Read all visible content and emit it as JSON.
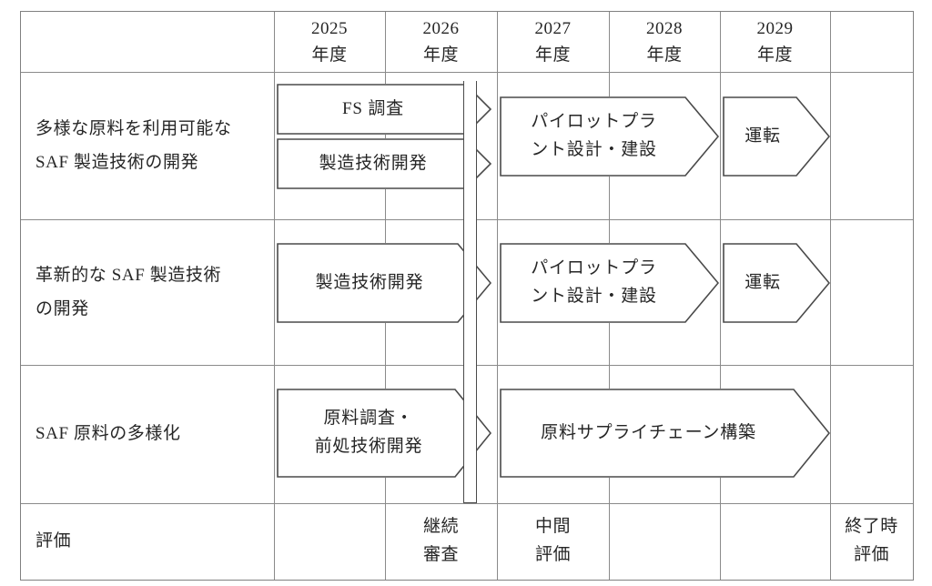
{
  "figure": {
    "type": "roadmap-gantt-table",
    "outline_color": "#808080",
    "shape_color": "#4a4a4a",
    "text_color": "#262626"
  },
  "table": {
    "header": {
      "corner_label": "",
      "years": [
        {
          "year": "2025",
          "unit": "年度"
        },
        {
          "year": "2026",
          "unit": "年度"
        },
        {
          "year": "2027",
          "unit": "年度"
        },
        {
          "year": "2028",
          "unit": "年度"
        },
        {
          "year": "2029",
          "unit": "年度"
        }
      ],
      "trailing_label": ""
    },
    "rows": [
      {
        "label_lines": [
          "多様な原料を利用可能な",
          "SAF 製造技術の開発"
        ],
        "bars": [
          {
            "lines": [
              "FS 調査"
            ]
          },
          {
            "lines": [
              "製造技術開発"
            ]
          },
          {
            "lines": [
              "パイロットプラ",
              "ント設計・建設"
            ]
          },
          {
            "lines": [
              "運転"
            ]
          }
        ]
      },
      {
        "label_lines": [
          "革新的な SAF 製造技術",
          "の開発"
        ],
        "bars": [
          {
            "lines": [
              "製造技術開発"
            ]
          },
          {
            "lines": [
              "パイロットプラ",
              "ント設計・建設"
            ]
          },
          {
            "lines": [
              "運転"
            ]
          }
        ]
      },
      {
        "label_lines": [
          "SAF 原料の多様化"
        ],
        "bars": [
          {
            "lines": [
              "原料調査・",
              "前処技術開発"
            ]
          },
          {
            "lines": [
              "原料サプライチェーン構築"
            ]
          }
        ]
      }
    ],
    "evaluation_row": {
      "label": "評価",
      "cells": [
        {
          "lines": []
        },
        {
          "lines": [
            "継続",
            "審査"
          ]
        },
        {
          "lines": [
            "中間",
            "評価"
          ]
        },
        {
          "lines": []
        },
        {
          "lines": []
        },
        {
          "lines": [
            "終了時",
            "評価"
          ]
        }
      ]
    }
  }
}
